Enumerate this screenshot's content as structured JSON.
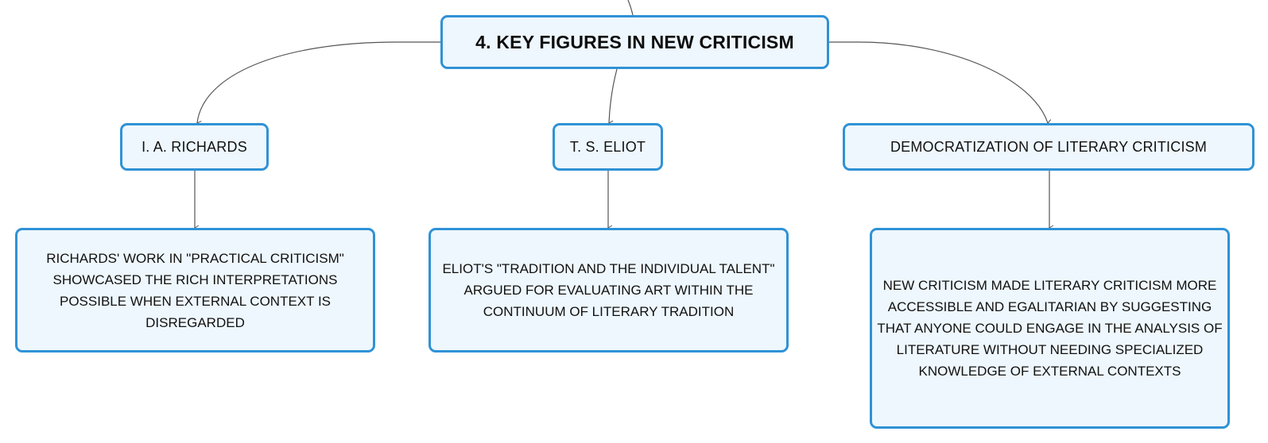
{
  "root": {
    "label": "4. KEY FIGURES IN NEW CRITICISM"
  },
  "branches": [
    {
      "label": "I. A. RICHARDS",
      "detail": "RICHARDS' WORK IN \"PRACTICAL CRITICISM\" SHOWCASED THE RICH INTERPRETATIONS POSSIBLE WHEN EXTERNAL CONTEXT IS DISREGARDED"
    },
    {
      "label": "T. S. ELIOT",
      "detail": "ELIOT'S \"TRADITION AND THE INDIVIDUAL TALENT\" ARGUED FOR EVALUATING ART WITHIN THE CONTINUUM OF LITERARY TRADITION"
    },
    {
      "label": "DEMOCRATIZATION OF LITERARY CRITICISM",
      "detail": "NEW CRITICISM MADE LITERARY CRITICISM MORE ACCESSIBLE AND EGALITARIAN BY SUGGESTING THAT ANYONE COULD ENGAGE IN THE ANALYSIS OF LITERATURE WITHOUT NEEDING SPECIALIZED KNOWLEDGE OF EXTERNAL CONTEXTS"
    }
  ],
  "colors": {
    "node_border": "#2f92d6",
    "node_fill": "#eef7fd",
    "connector": "#555555"
  }
}
